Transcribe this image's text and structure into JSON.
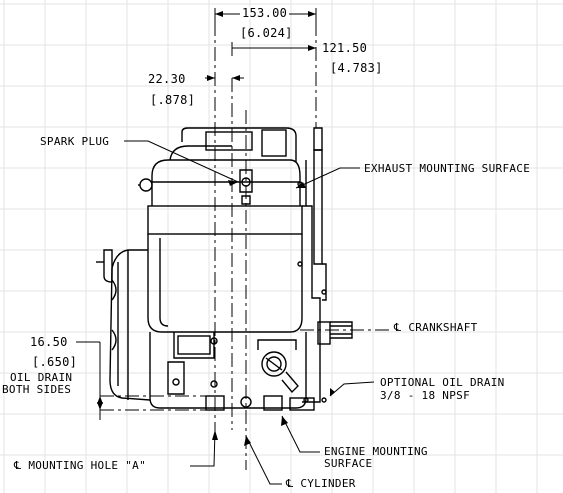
{
  "colors": {
    "line": "#000000",
    "grid": "#e3e3e3",
    "background": "#ffffff"
  },
  "dimensions": {
    "overall_width_mm": "153.00",
    "overall_width_in": "[6.024]",
    "crank_offset_mm": "121.50",
    "crank_offset_in": "[4.783]",
    "spark_offset_mm": "22.30",
    "spark_offset_in": "[.878]",
    "base_height_mm": "16.50",
    "base_height_in": "[.650]"
  },
  "labels": {
    "spark_plug": "SPARK PLUG",
    "exhaust_surface": "EXHAUST MOUNTING SURFACE",
    "crankshaft": "CRANKSHAFT",
    "oil_drain_line1": "OIL DRAIN",
    "oil_drain_line2": "BOTH SIDES",
    "optional_oil_drain_line1": "OPTIONAL OIL DRAIN",
    "optional_oil_drain_line2": "3/8 - 18 NPSF",
    "engine_mounting_line1": "ENGINE MOUNTING",
    "engine_mounting_line2": "SURFACE",
    "mounting_hole": "MOUNTING HOLE \"A\"",
    "cylinder": "CYLINDER",
    "centerline_symbol": "℄"
  }
}
